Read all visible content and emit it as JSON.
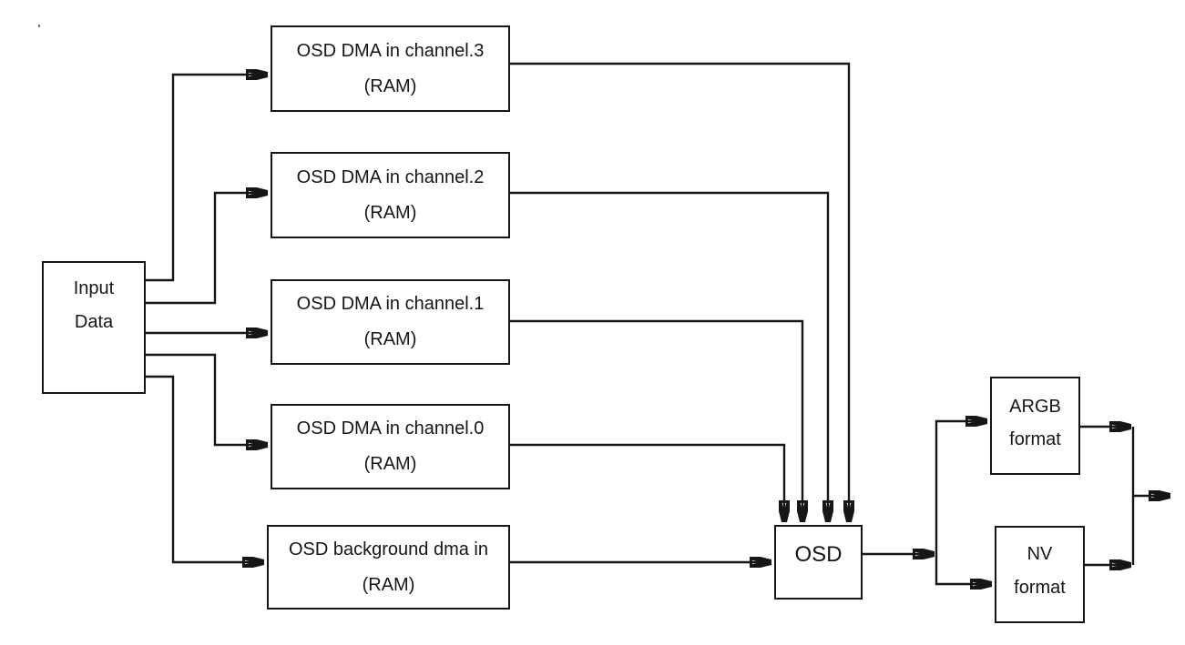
{
  "diagram": {
    "background_color": "#ffffff",
    "line_color": "#161616",
    "nodes": [
      {
        "id": "input-data",
        "line1": "Input",
        "line2": "Data"
      },
      {
        "id": "osd-dma-in-channel-3",
        "line1": "OSD DMA in channel.3",
        "line2": "(RAM)"
      },
      {
        "id": "osd-dma-in-channel-2",
        "line1": "OSD DMA in channel.2",
        "line2": "(RAM)"
      },
      {
        "id": "osd-dma-in-channel-1",
        "line1": "OSD DMA in channel.1",
        "line2": "(RAM)"
      },
      {
        "id": "osd-dma-in-channel-0",
        "line1": "OSD DMA in channel.0",
        "line2": "(RAM)"
      },
      {
        "id": "osd-background-dma-in",
        "line1": "OSD background dma in",
        "line2": "(RAM)"
      },
      {
        "id": "osd",
        "line1": "OSD"
      },
      {
        "id": "argb-format",
        "line1": "ARGB",
        "line2": "format"
      },
      {
        "id": "nv-format",
        "line1": "NV",
        "line2": "format"
      }
    ],
    "connections": [
      {
        "from": "input-data",
        "to": "osd-dma-in-channel-3"
      },
      {
        "from": "input-data",
        "to": "osd-dma-in-channel-2"
      },
      {
        "from": "input-data",
        "to": "osd-dma-in-channel-1"
      },
      {
        "from": "input-data",
        "to": "osd-dma-in-channel-0"
      },
      {
        "from": "input-data",
        "to": "osd-background-dma-in"
      },
      {
        "from": "osd-dma-in-channel-3",
        "to": "osd"
      },
      {
        "from": "osd-dma-in-channel-2",
        "to": "osd"
      },
      {
        "from": "osd-dma-in-channel-1",
        "to": "osd"
      },
      {
        "from": "osd-dma-in-channel-0",
        "to": "osd"
      },
      {
        "from": "osd-background-dma-in",
        "to": "osd"
      },
      {
        "from": "osd",
        "to": "argb-format"
      },
      {
        "from": "osd",
        "to": "nv-format"
      },
      {
        "from": "argb-format",
        "to": "output"
      },
      {
        "from": "nv-format",
        "to": "output"
      }
    ]
  }
}
